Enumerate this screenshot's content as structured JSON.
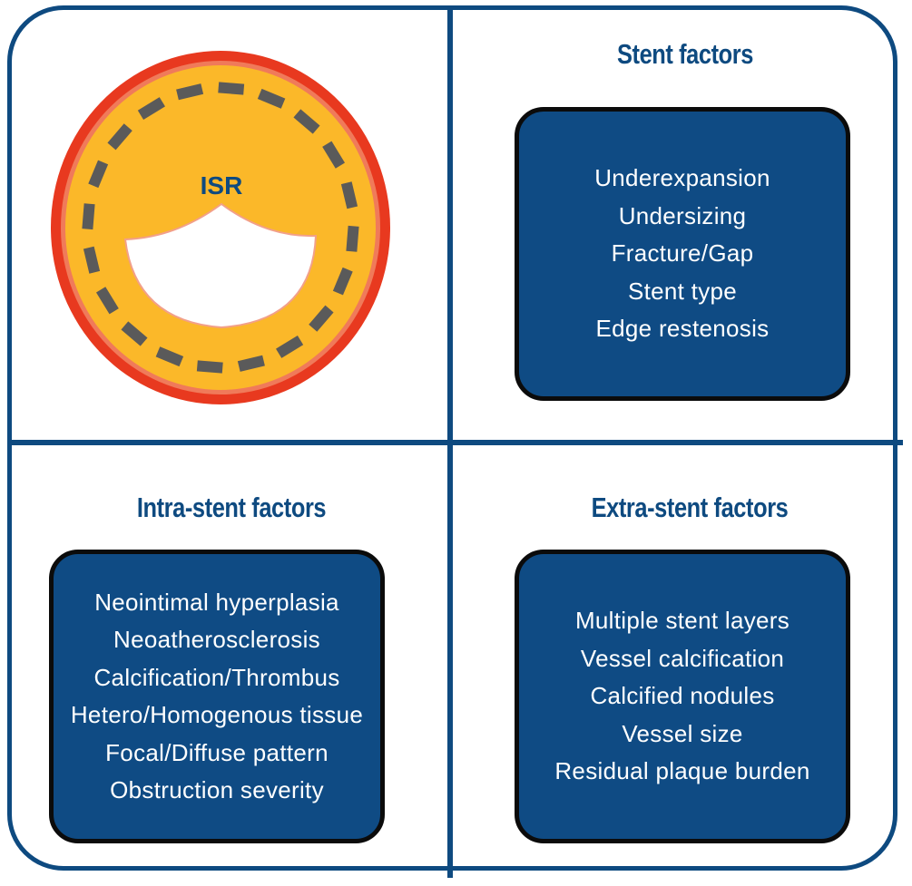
{
  "diagram": {
    "center_label": "ISR",
    "colors": {
      "frame": "#0e4a80",
      "box_fill": "#0f4b84",
      "box_border": "#0b0b0b",
      "heading_text": "#0e4a80",
      "vessel_outer": "#e8391f",
      "vessel_inner_ring": "#f07a5a",
      "tissue": "#fbb829",
      "stent_struts": "#5a5a5a",
      "lumen": "#ffffff"
    },
    "quadrants": [
      {
        "title": "Stent factors",
        "items": [
          "Underexpansion",
          "Undersizing",
          "Fracture/Gap",
          "Stent type",
          "Edge restenosis"
        ]
      },
      {
        "title": "Intra-stent factors",
        "items": [
          "Neointimal hyperplasia",
          "Neoatherosclerosis",
          "Calcification/Thrombus",
          "Hetero/Homogenous tissue",
          "Focal/Diffuse pattern",
          "Obstruction severity"
        ]
      },
      {
        "title": "Extra-stent factors",
        "items": [
          "Multiple stent layers",
          "Vessel calcification",
          "Calcified nodules",
          "Vessel size",
          "Residual plaque burden"
        ]
      }
    ]
  }
}
